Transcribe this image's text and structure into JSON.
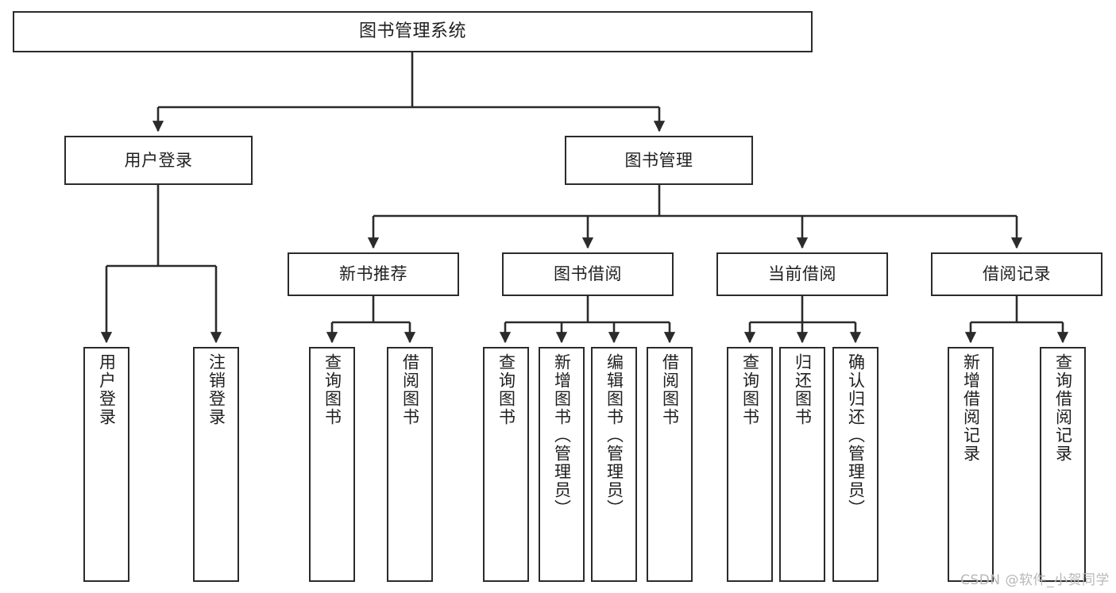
{
  "diagram": {
    "title": "图书管理系统",
    "watermark": "CSDN @软件_小贺同学",
    "line_color": "#2b2b2b",
    "box_fill": "#ffffff",
    "text_color": "#1f1f1f",
    "watermark_color": "#b8b8b8"
  },
  "tree": {
    "root": {
      "label": "图书管理系统"
    },
    "level2": [
      {
        "label": "用户登录"
      },
      {
        "label": "图书管理"
      }
    ],
    "level3": [
      {
        "label": "新书推荐"
      },
      {
        "label": "图书借阅"
      },
      {
        "label": "当前借阅"
      },
      {
        "label": "借阅记录"
      }
    ],
    "leaves": {
      "user_login": [
        {
          "label": "用户登录"
        },
        {
          "label": "注销登录"
        }
      ],
      "new_book_recommend": [
        {
          "label": "查询图书"
        },
        {
          "label": "借阅图书"
        }
      ],
      "book_borrow": [
        {
          "label": "查询图书"
        },
        {
          "label": "新增图书（管理员）"
        },
        {
          "label": "编辑图书（管理员）"
        },
        {
          "label": "借阅图书"
        }
      ],
      "current_borrow": [
        {
          "label": "查询图书"
        },
        {
          "label": "归还图书"
        },
        {
          "label": "确认归还（管理员）"
        }
      ],
      "borrow_record": [
        {
          "label": "新增借阅记录"
        },
        {
          "label": "查询借阅记录"
        }
      ]
    }
  }
}
